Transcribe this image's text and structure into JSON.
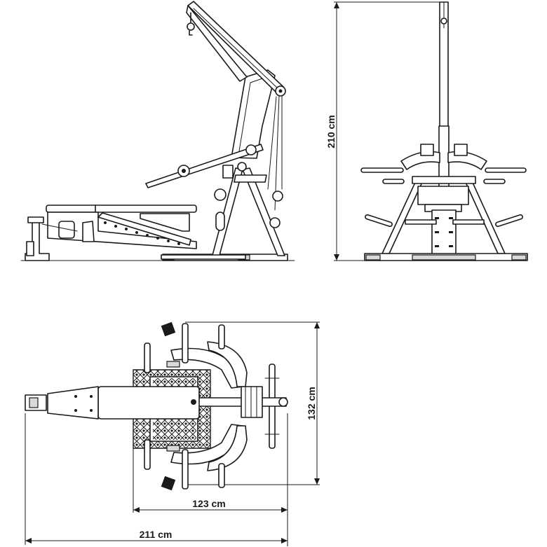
{
  "dimensions": {
    "height_label": "210 cm",
    "depth_label": "132 cm",
    "width_inner_label": "123 cm",
    "width_total_label": "211 cm"
  }
}
